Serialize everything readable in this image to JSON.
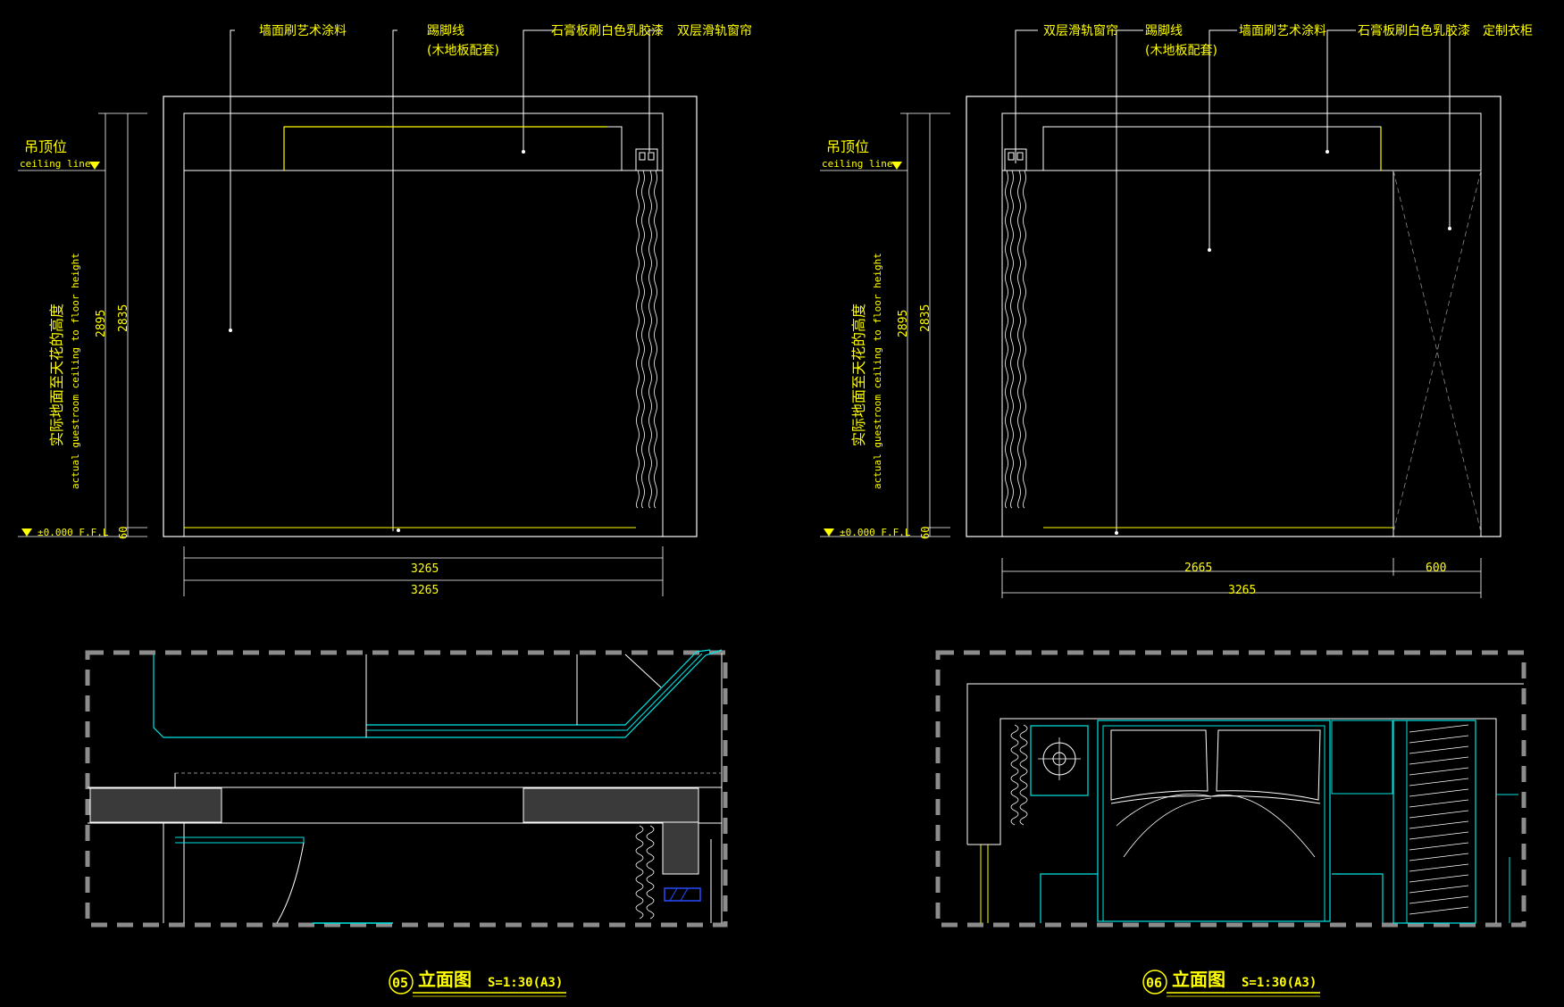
{
  "drawings": [
    {
      "id": "05",
      "title": "立面图",
      "scale": "S=1:30(A3)",
      "ceiling_cn": "吊顶位",
      "ceiling_en": "ceiling line",
      "height_cn": "实际地面至天花的高度",
      "height_en": "actual guestroom ceiling to floor height",
      "floor_level": "±0.000 F.F.L",
      "dims": {
        "h_outer": "2895",
        "h_inner": "2835",
        "h_base": "60",
        "w1": "3265",
        "w2": "3265"
      },
      "labels": [
        "墙面刷艺术涂料",
        "踢脚线",
        "(木地板配套)",
        "石膏板刷白色乳胶漆",
        "双层滑轨窗帘"
      ]
    },
    {
      "id": "06",
      "title": "立面图",
      "scale": "S=1:30(A3)",
      "ceiling_cn": "吊顶位",
      "ceiling_en": "ceiling line",
      "height_cn": "实际地面至天花的高度",
      "height_en": "actual guestroom ceiling to floor height",
      "floor_level": "±0.000 F.F.L",
      "dims": {
        "h_outer": "2895",
        "h_inner": "2835",
        "h_base": "60",
        "w_main": "2665",
        "w_side": "600",
        "w_total": "3265"
      },
      "labels": [
        "双层滑轨窗帘",
        "踢脚线",
        "(木地板配套)",
        "墙面刷艺术涂料",
        "石膏板刷白色乳胶漆",
        "定制衣柜"
      ]
    }
  ],
  "colors": {
    "background": "#000000",
    "text": "#ffff00",
    "linework": "#ffffff",
    "plan": "#00e5e5",
    "frame": "#8c8c8c"
  }
}
